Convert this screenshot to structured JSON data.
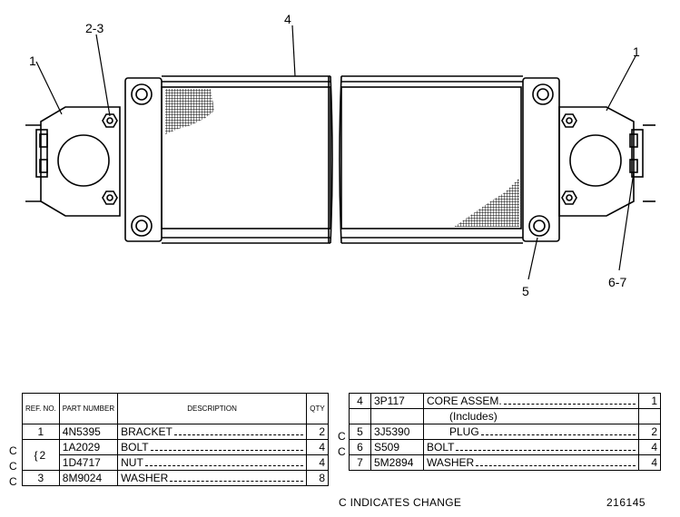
{
  "callouts": {
    "c_2_3": "2-3",
    "c_4": "4",
    "c_1_left": "1",
    "c_1_right": "1",
    "c_5": "5",
    "c_6_7": "6-7"
  },
  "left_table": {
    "headers": {
      "ref": "REF. NO.",
      "part": "PART NUMBER",
      "desc": "DESCRIPTION",
      "qty": "QTY"
    },
    "rows": [
      {
        "c": "",
        "ref": "1",
        "part": "4N5395",
        "desc": "BRACKET",
        "qty": "2"
      },
      {
        "c": "C",
        "ref": "2",
        "part": "1A2029",
        "desc": "BOLT",
        "qty": "4"
      },
      {
        "c": "C",
        "ref": "",
        "part": "1D4717",
        "desc": "NUT",
        "qty": "4"
      },
      {
        "c": "C",
        "ref": "3",
        "part": "8M9024",
        "desc": "WASHER",
        "qty": "8"
      }
    ]
  },
  "right_table": {
    "rows": [
      {
        "c": "",
        "ref": "4",
        "part": "3P117",
        "desc": "CORE ASSEM.",
        "qty": "1"
      },
      {
        "c": "",
        "ref": "",
        "part": "",
        "desc": "(Includes)",
        "qty": ""
      },
      {
        "c": "C",
        "ref": "5",
        "part": "3J5390",
        "desc": "PLUG",
        "qty": "2"
      },
      {
        "c": "C",
        "ref": "6",
        "part": "S509",
        "desc": "BOLT",
        "qty": "4"
      },
      {
        "c": "",
        "ref": "7",
        "part": "5M2894",
        "desc": "WASHER",
        "qty": "4"
      }
    ]
  },
  "footer": {
    "note": "C INDICATES CHANGE",
    "drawing_number": "216145"
  }
}
